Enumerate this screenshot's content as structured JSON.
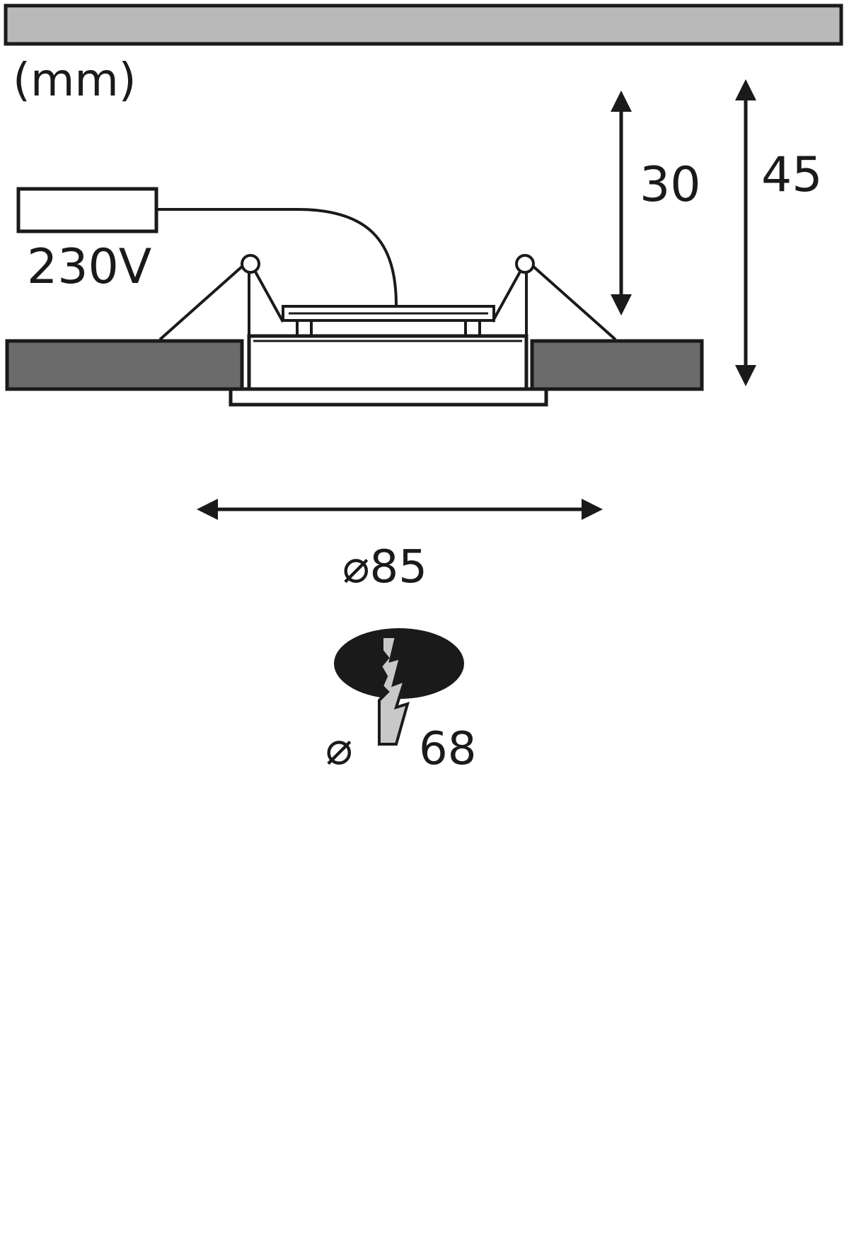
{
  "units": "(mm)",
  "supply_voltage": "230V",
  "dimensions": {
    "height_inner": "30",
    "height_total": "45",
    "diameter_outer": "⌀85",
    "cutout_symbol": "⌀",
    "cutout_value": "68"
  },
  "colors": {
    "ceiling_strip": "#b9b9b9",
    "ceiling_board": "#6b6b6b",
    "outline": "#1a1a1a",
    "drill_hole": "#1a1a1a",
    "drill_bit": "#c8c8c8"
  },
  "icons": {
    "cutout": "drill-hole-icon"
  }
}
